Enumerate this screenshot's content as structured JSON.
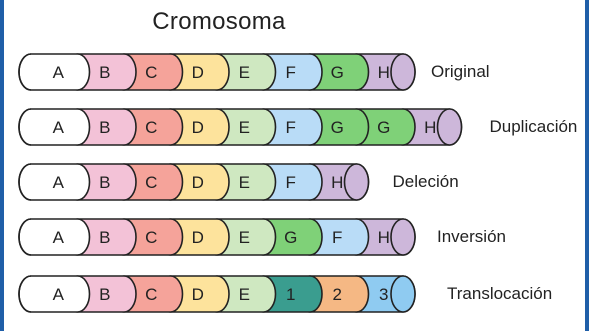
{
  "title": "Cromosoma",
  "colors": {
    "A": "#ffffff",
    "B": "#f3c2d7",
    "C": "#f5a39a",
    "D": "#fde39c",
    "E": "#cfe8c1",
    "F": "#b9dcf7",
    "G": "#7fd178",
    "H": "#cdb7da",
    "1": "#3a9d8f",
    "2": "#f5b884",
    "3": "#8fcbf1",
    "outline": "#222222"
  },
  "rows": [
    {
      "label": "Original",
      "segments": [
        "A",
        "B",
        "C",
        "D",
        "E",
        "F",
        "G",
        "H"
      ]
    },
    {
      "label": "Duplicación",
      "segments": [
        "A",
        "B",
        "C",
        "D",
        "E",
        "F",
        "G",
        "G",
        "H"
      ]
    },
    {
      "label": "Deleción",
      "segments": [
        "A",
        "B",
        "C",
        "D",
        "E",
        "F",
        "H"
      ]
    },
    {
      "label": "Inversión",
      "segments": [
        "A",
        "B",
        "C",
        "D",
        "E",
        "G",
        "F",
        "H"
      ]
    },
    {
      "label": "Translocación",
      "segments": [
        "A",
        "B",
        "C",
        "D",
        "E",
        "1",
        "2",
        "3"
      ]
    }
  ]
}
